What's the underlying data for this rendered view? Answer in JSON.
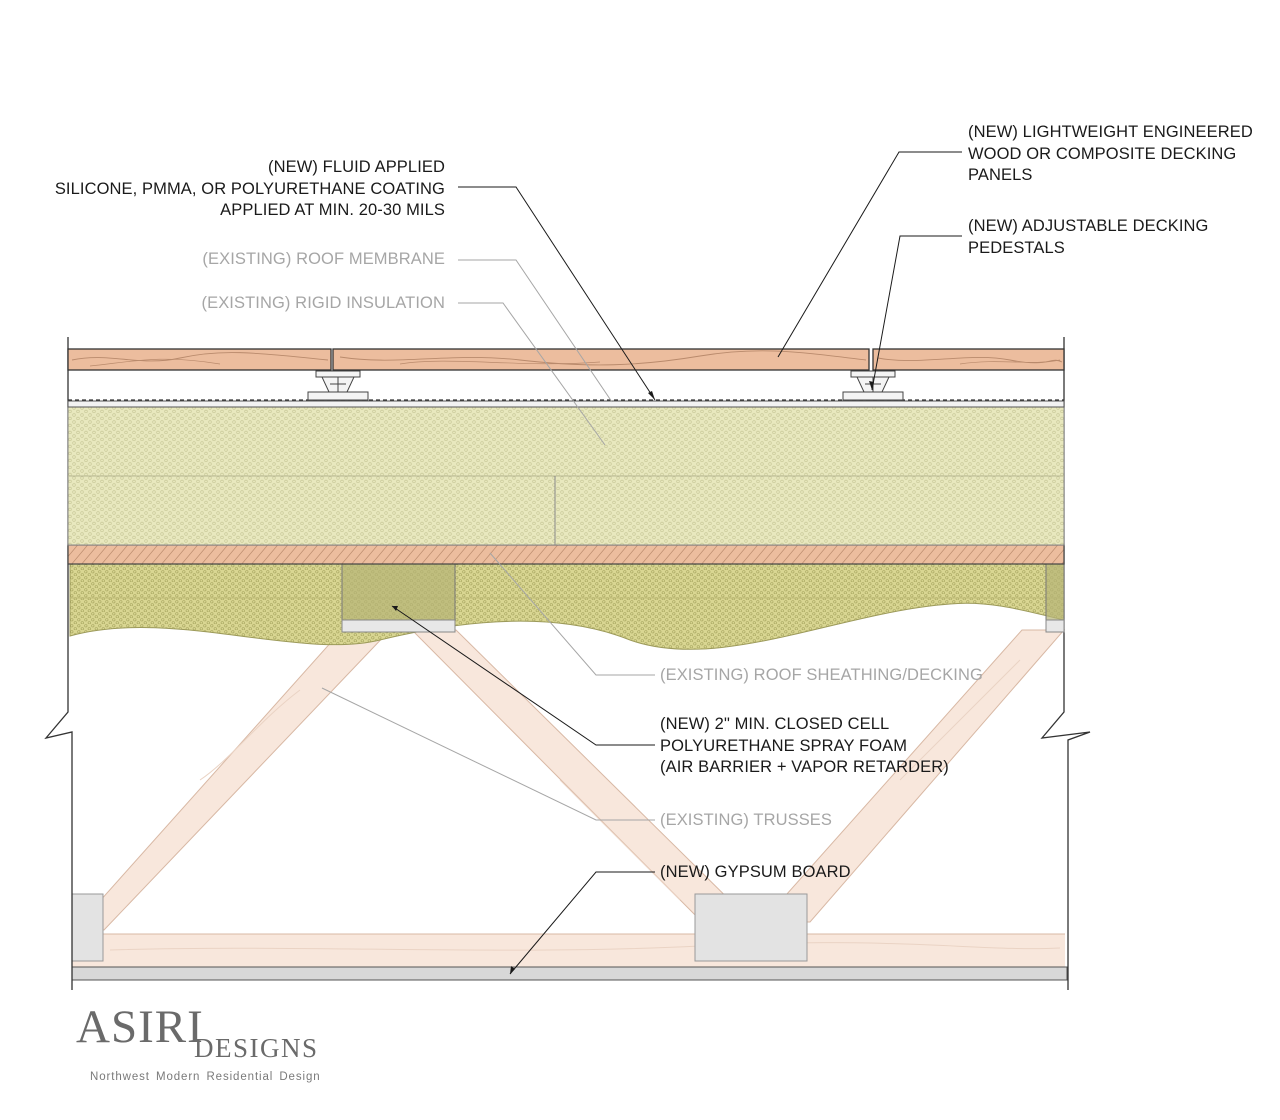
{
  "drawing": {
    "callouts": {
      "fluid_coating": [
        "(NEW) FLUID APPLIED",
        "SILICONE, PMMA, OR POLYURETHANE COATING",
        "APPLIED AT MIN. 20-30 MILS"
      ],
      "roof_membrane": [
        "(EXISTING) ROOF MEMBRANE"
      ],
      "rigid_insulation": [
        "(EXISTING) RIGID INSULATION"
      ],
      "decking_panels": [
        "(NEW) LIGHTWEIGHT ENGINEERED",
        "WOOD OR COMPOSITE DECKING",
        "PANELS"
      ],
      "decking_pedestals": [
        "(NEW) ADJUSTABLE DECKING",
        "PEDESTALS"
      ],
      "roof_sheathing": [
        "(EXISTING) ROOF SHEATHING/DECKING"
      ],
      "spray_foam": [
        "(NEW) 2\" MIN. CLOSED CELL",
        "POLYURETHANE SPRAY FOAM",
        "(AIR BARRIER + VAPOR RETARDER)"
      ],
      "trusses": [
        "(EXISTING) TRUSSES"
      ],
      "gypsum_board": [
        "(NEW) GYPSUM BOARD"
      ]
    },
    "colors": {
      "wood": "#ecbd9e",
      "wood_grain": "#b98a6c",
      "insulation": "#e8e8be",
      "spray_foam": "#d9d692",
      "truss": "#f8e7dc",
      "block": "#e3e3e3",
      "gypsum": "#d8d8d8",
      "new_text": "#1a1a1a",
      "existing_text": "#a6a6a6"
    }
  },
  "logo": {
    "main": "ASIRI",
    "sub": "DESIGNS",
    "tagline": "Northwest Modern Residential Design"
  }
}
